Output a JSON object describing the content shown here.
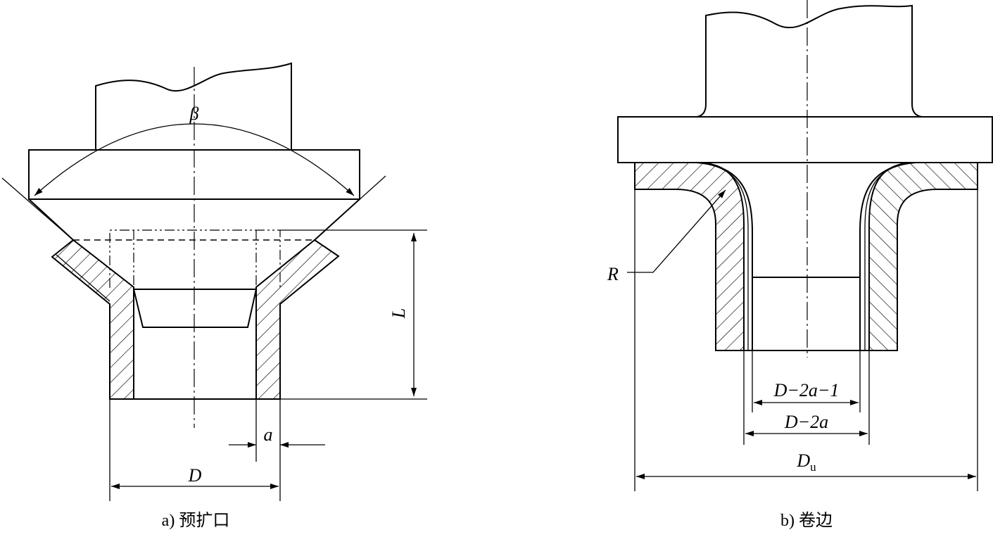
{
  "figure_a": {
    "caption": "a) 预扩口",
    "labels": {
      "beta": "β",
      "length": "L",
      "wall": "a",
      "diameter": "D"
    }
  },
  "figure_b": {
    "caption": "b) 卷边",
    "labels": {
      "radius": "R",
      "inner_clear": "D−2a−1",
      "inner": "D−2a",
      "outer_main": "D",
      "outer_sub": "u"
    }
  },
  "colors": {
    "ink": "#000000",
    "paper": "#ffffff"
  }
}
